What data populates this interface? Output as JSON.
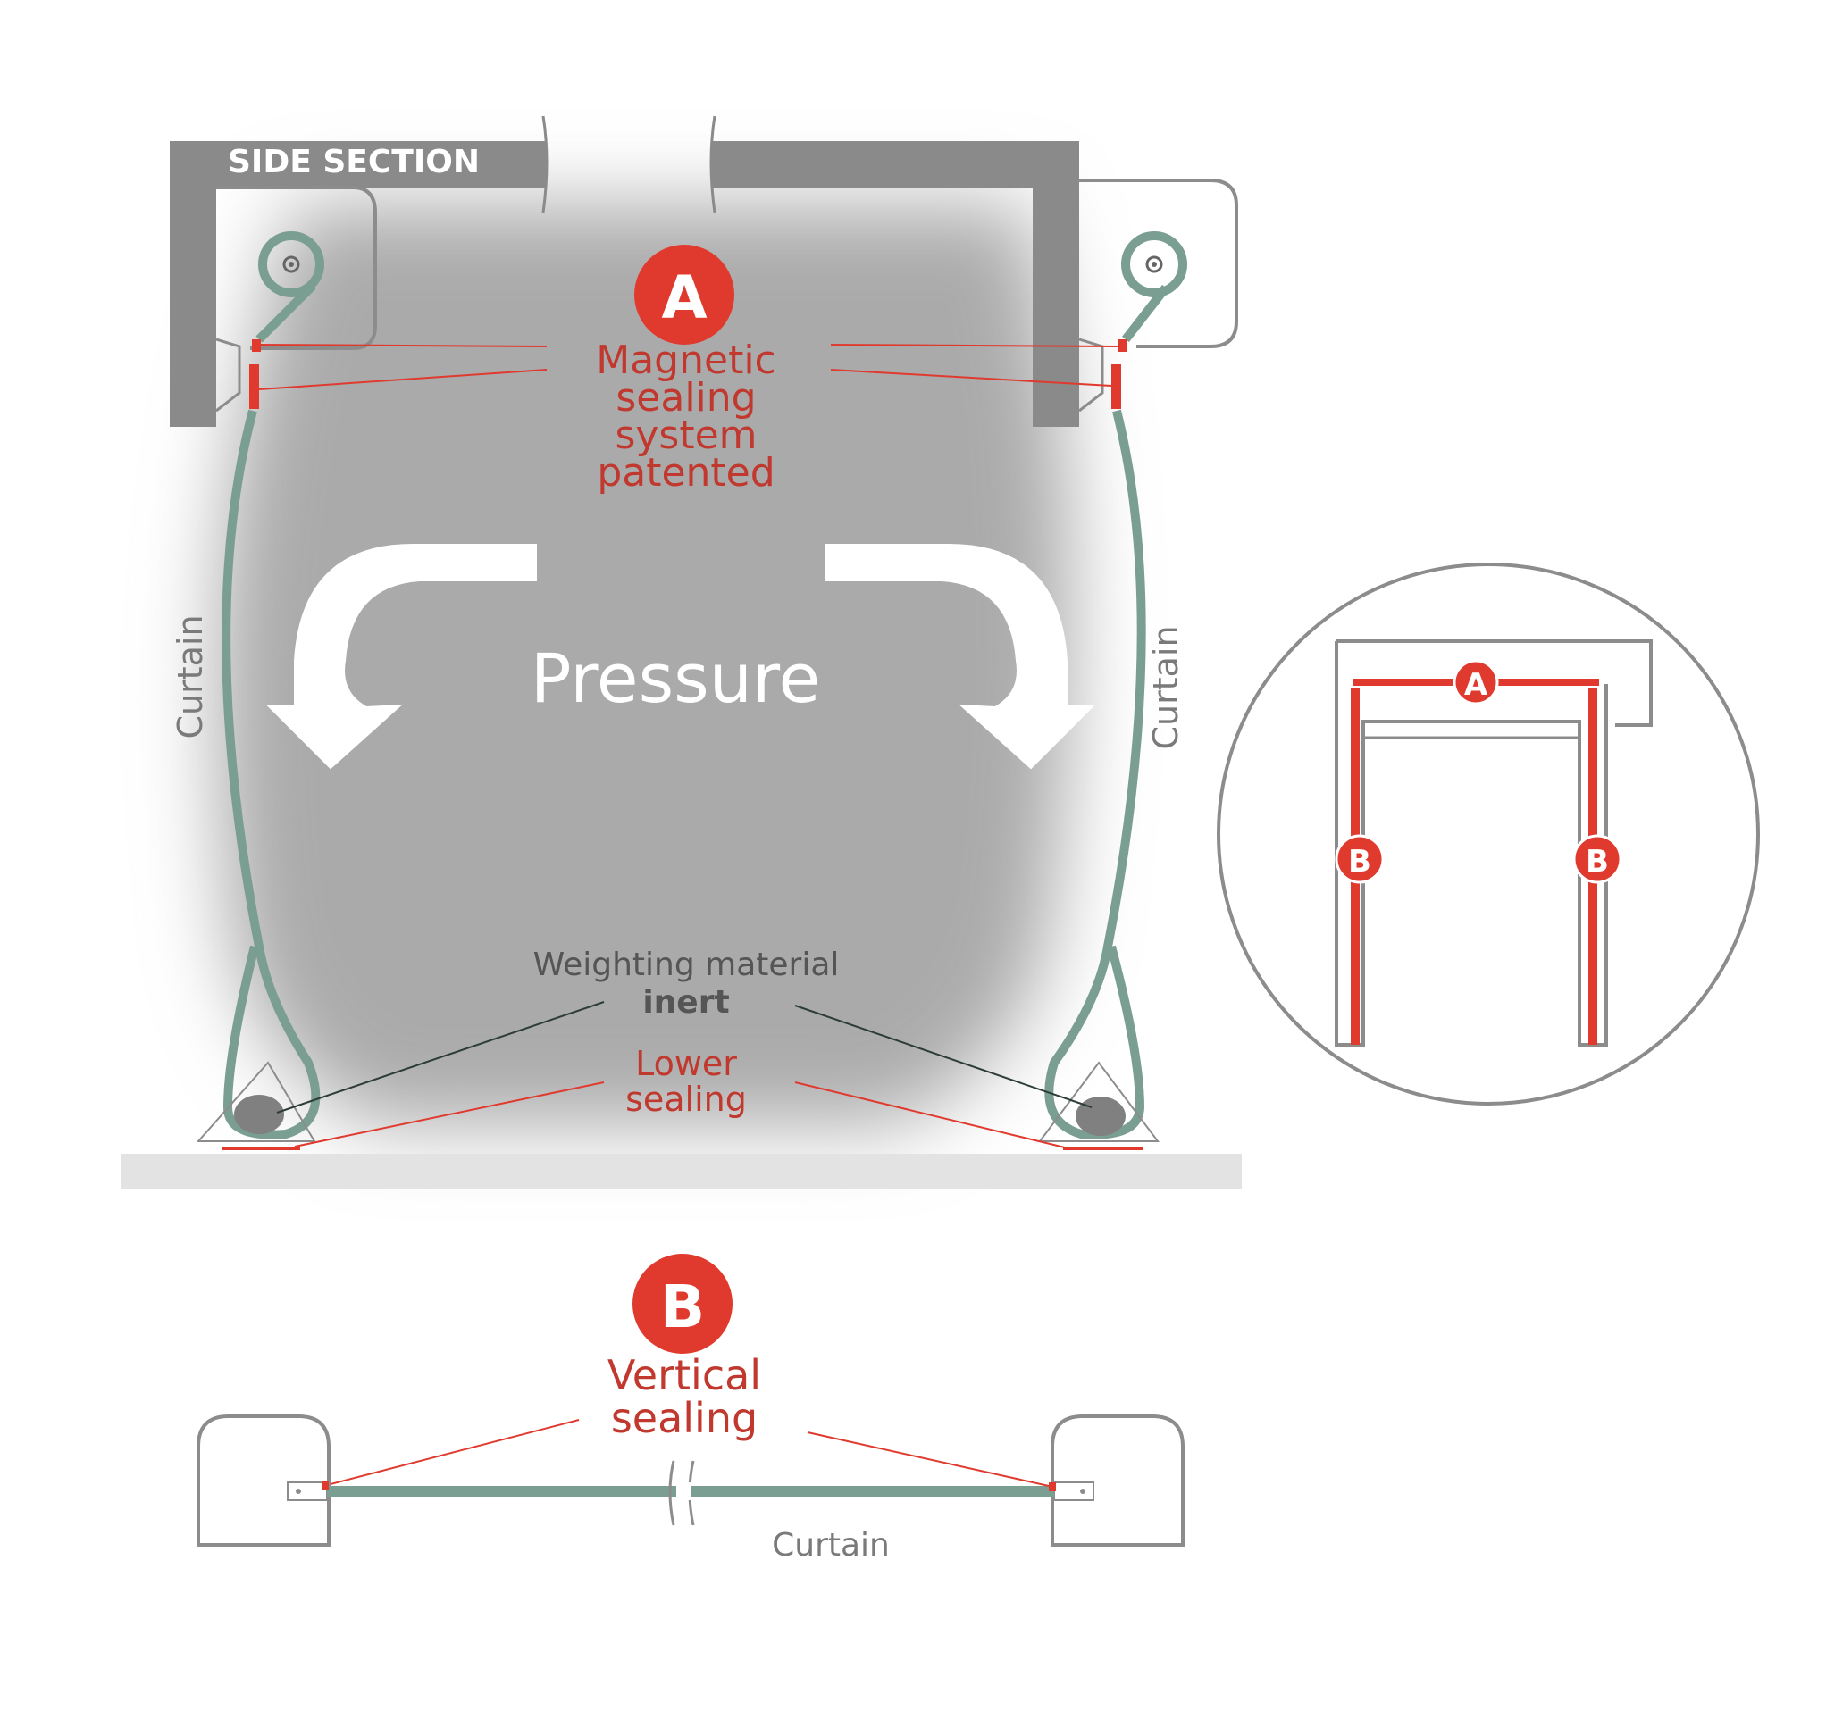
{
  "labels": {
    "side_section": "SIDE SECTION",
    "marker_a": "A",
    "marker_b": "B",
    "magnetic": [
      "Magnetic",
      "sealing",
      "system",
      "patented"
    ],
    "pressure": "Pressure",
    "curtain_left": "Curtain",
    "curtain_right": "Curtain",
    "curtain_bottom": "Curtain",
    "weighting": "Weighting material",
    "inert": "inert",
    "lower": [
      "Lower",
      "sealing"
    ],
    "vertical": [
      "Vertical",
      "sealing"
    ]
  },
  "colors": {
    "red": "#e03a2f",
    "red_text": "#c0382e",
    "frame_gray": "#8a8a8a",
    "outline_gray": "#8c8c8c",
    "curtain_green": "#7a9e92",
    "floor": "#e3e3e3",
    "pressure_gray": "#a9a9a9",
    "dark_text": "#555555"
  }
}
